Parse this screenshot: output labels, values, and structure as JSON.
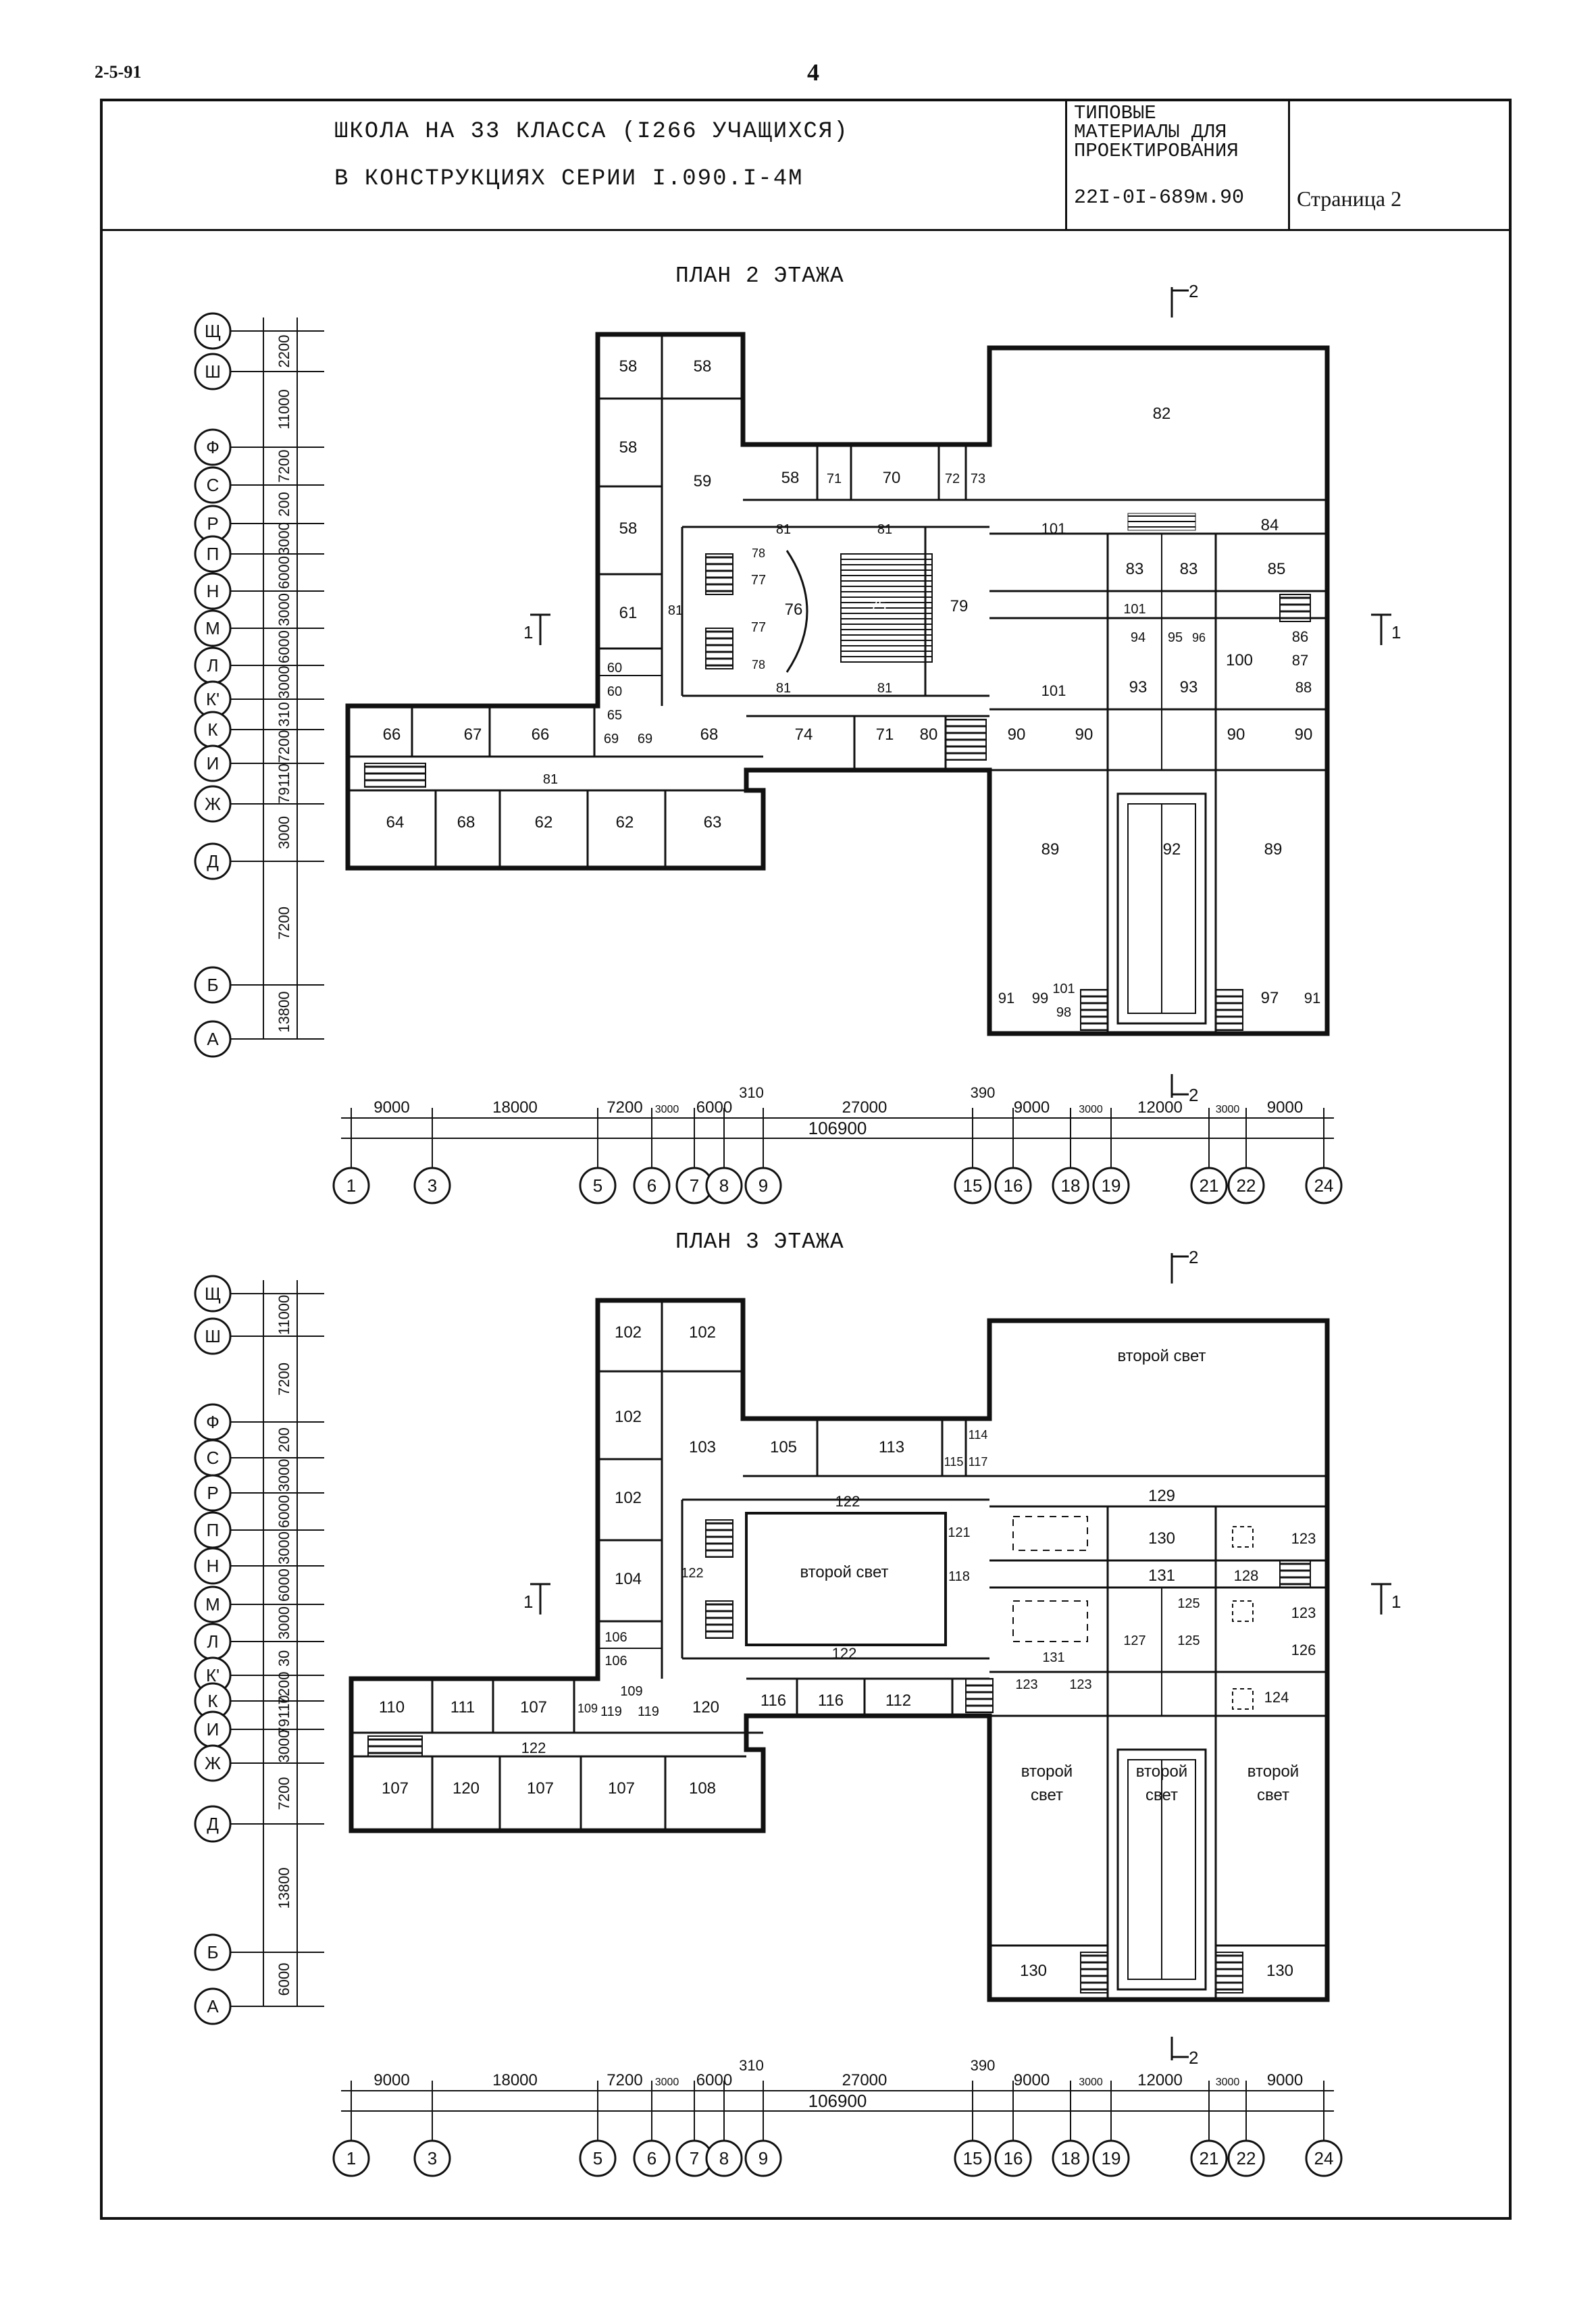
{
  "sheet_code": "2-5-91",
  "page_number": "4",
  "title_block": {
    "line1": "ШКОЛА НА 33 КЛАССА (I266 УЧАЩИХСЯ)",
    "line2": "В  КОНСТРУКЦИЯХ  СЕРИИ  I.090.I-4М",
    "series_label": "ТИПОВЫЕ\nМАТЕРИАЛЫ ДЛЯ\nПРОЕКТИРОВАНИЯ",
    "doc_code": "22I-0I-689м.90",
    "page_label": "Страница 2"
  },
  "plans": [
    {
      "title": "ПЛАН 2 ЭТАЖА",
      "rooms": {
        "r58a": "58",
        "r58b": "58",
        "r58c": "58",
        "r58d": "58",
        "r58e": "58",
        "r59": "59",
        "r61": "61",
        "r60a": "60",
        "r60b": "60",
        "r65": "65",
        "r66a": "66",
        "r67": "67",
        "r66b": "66",
        "r69a": "69",
        "r69b": "69",
        "r68a": "68",
        "r68b": "68",
        "r64": "64",
        "r62a": "62",
        "r62b": "62",
        "r63": "63",
        "r81a": "81",
        "r81b": "81",
        "r81c": "81",
        "r81d": "81",
        "r81e": "81",
        "r81f": "81",
        "r71a": "71",
        "r70": "70",
        "r72": "72",
        "r73": "73",
        "r76": "76",
        "r75": "75",
        "r77a": "77",
        "r77b": "77",
        "r78a": "78",
        "r78b": "78",
        "r79": "79",
        "r74": "74",
        "r71b": "71",
        "r80": "80",
        "r82": "82",
        "r84": "84",
        "r101a": "101",
        "r83a": "83",
        "r83b": "83",
        "r85": "85",
        "r101b": "101",
        "r94": "94",
        "r95": "95",
        "r96": "96",
        "r100": "100",
        "r86": "86",
        "r87": "87",
        "r88": "88",
        "r93a": "93",
        "r93b": "93",
        "r101c": "101",
        "r90a": "90",
        "r90b": "90",
        "r90c": "90",
        "r90d": "90",
        "r89a": "89",
        "r92": "92",
        "r89b": "89",
        "r91a": "91",
        "r99": "99",
        "r101d": "101",
        "r98": "98",
        "r97": "97",
        "r91b": "91"
      }
    },
    {
      "title": "ПЛАН 3 ЭТАЖА",
      "rooms": {
        "r102a": "102",
        "r102b": "102",
        "r102c": "102",
        "r102d": "102",
        "r103": "103",
        "r104": "104",
        "r106a": "106",
        "r106b": "106",
        "r105": "105",
        "r113": "113",
        "r114": "114",
        "r115": "115",
        "r117": "117",
        "r122a": "122",
        "r122b": "122",
        "r122c": "122",
        "r122d": "122",
        "r121": "121",
        "r118": "118",
        "r110": "110",
        "r111": "111",
        "r107a": "107",
        "r109a": "109",
        "r109b": "109",
        "r119a": "119",
        "r119b": "119",
        "r120a": "120",
        "r116a": "116",
        "r116b": "116",
        "r112": "112",
        "r107b": "107",
        "r120b": "120",
        "r107c": "107",
        "r107d": "107",
        "r108": "108",
        "r129": "129",
        "r130a": "130",
        "r123a": "123",
        "r128": "128",
        "r131a": "131",
        "r125a": "125",
        "r123b": "123",
        "r127": "127",
        "r125b": "125",
        "r126": "126",
        "r131b": "131",
        "r123c": "123",
        "r123d": "123",
        "r124": "124",
        "r130b": "130",
        "r130c": "130",
        "second_light": "второй свет",
        "second_light_a": "второй",
        "second_light_b": "свет"
      }
    }
  ],
  "axes": {
    "rows": [
      "Щ",
      "Ш",
      "Ф",
      "С",
      "Р",
      "П",
      "Н",
      "М",
      "Л",
      "К'",
      "К",
      "И",
      "Ж",
      "Д",
      "Б",
      "А"
    ],
    "row_dims": [
      "2200",
      "11000",
      "7200",
      "200",
      "3000",
      "6000",
      "3000",
      "6000",
      "3000",
      "310",
      "7200",
      "79110",
      "3000",
      "7200",
      "13800",
      "6000"
    ],
    "row_dims_3": [
      "11000",
      "7200",
      "200",
      "3000",
      "6000",
      "3000",
      "6000",
      "3000",
      "30",
      "7200",
      "79110",
      "3000",
      "7200",
      "13800",
      "6000"
    ],
    "columns": [
      "1",
      "3",
      "5",
      "6",
      "7",
      "8",
      "9",
      "15",
      "16",
      "18",
      "19",
      "21",
      "22",
      "24"
    ],
    "col_dims": [
      "9000",
      "18000",
      "7200",
      "3000",
      "6000",
      "310",
      "27000",
      "390",
      "9000",
      "3000",
      "12000",
      "3000",
      "9000"
    ],
    "total": "106900"
  },
  "section_marks": {
    "s1": "1",
    "s2": "2"
  }
}
